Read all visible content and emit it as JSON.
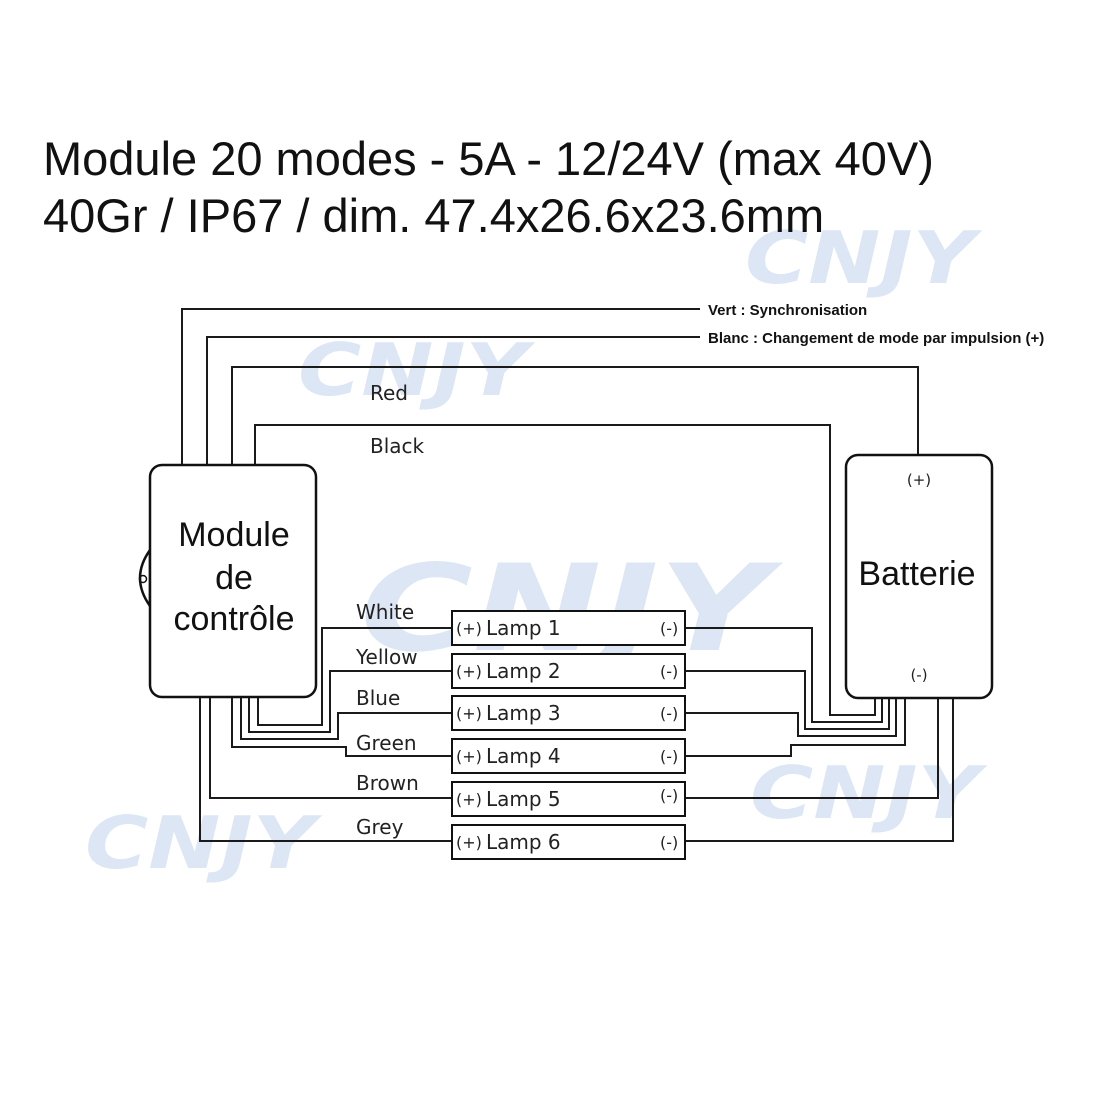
{
  "title": {
    "line1": "Module 20 modes - 5A - 12/24V (max 40V)",
    "line2": "40Gr / IP67 / dim. 47.4x26.6x23.6mm"
  },
  "watermark": "CNJY",
  "notes": {
    "green": "Vert : Synchronisation",
    "white": "Blanc : Changement de mode par impulsion (+)"
  },
  "wires": {
    "red": "Red",
    "black": "Black",
    "lamp_wires": [
      "White",
      "Yellow",
      "Blue",
      "Green",
      "Brown",
      "Grey"
    ]
  },
  "module": {
    "line1": "Module",
    "line2": "de",
    "line3": "contrôle"
  },
  "battery": {
    "label": "Batterie",
    "plus": "(+)",
    "minus": "(-)"
  },
  "lamps": [
    {
      "plus": "(+)",
      "name": "Lamp 1",
      "minus": "(-)"
    },
    {
      "plus": "(+)",
      "name": "Lamp 2",
      "minus": "(-)"
    },
    {
      "plus": "(+)",
      "name": "Lamp 3",
      "minus": "(-)"
    },
    {
      "plus": "(+)",
      "name": "Lamp 4",
      "minus": "(-)"
    },
    {
      "plus": "(+)",
      "name": "Lamp 5",
      "minus": "(-)"
    },
    {
      "plus": "(+)",
      "name": "Lamp 6",
      "minus": "(-)"
    }
  ]
}
